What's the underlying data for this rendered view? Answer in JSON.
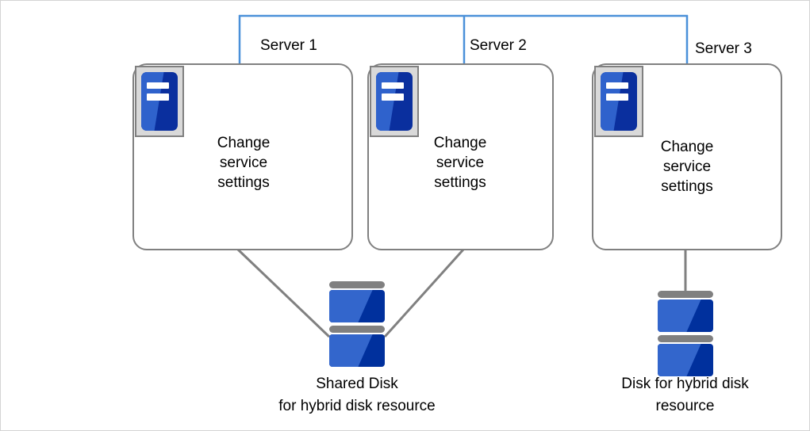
{
  "diagram": {
    "title": "Hybrid disk resource server configuration",
    "colors": {
      "bracket_blue": "#4a90d9",
      "line_gray": "#808080",
      "icon_dark_blue": "#0a2f9e",
      "icon_light_blue": "#2f62cc",
      "disk_dark_blue": "#00309d",
      "disk_light_blue": "#3366cc",
      "icon_frame_gray": "#d9d9d9",
      "canvas_border": "#d4d4d4",
      "text": "#000000"
    },
    "bracket": {
      "name": "server-grouping-bracket",
      "color": "#4a90d9",
      "segments": [
        {
          "label": "Server 1"
        },
        {
          "label": "Server 2"
        },
        {
          "label": "Server 3"
        }
      ]
    },
    "servers": [
      {
        "id": "server-1",
        "label": "Server 1",
        "icon": "server-icon",
        "caption": "Change\nservice\nsettings"
      },
      {
        "id": "server-2",
        "label": "Server 2",
        "icon": "server-icon",
        "caption": "Change\nservice\nsettings"
      },
      {
        "id": "server-3",
        "label": "Server 3",
        "icon": "server-icon",
        "caption": "Change\nservice\nsettings"
      }
    ],
    "disks": [
      {
        "id": "shared-disk",
        "icon": "disk-stack-icon",
        "caption": "Shared Disk\nfor hybrid disk resource",
        "connected_to": [
          "server-1",
          "server-2"
        ]
      },
      {
        "id": "local-disk",
        "icon": "disk-stack-icon",
        "caption": "Disk for hybrid disk\nresource",
        "connected_to": [
          "server-3"
        ]
      }
    ]
  }
}
